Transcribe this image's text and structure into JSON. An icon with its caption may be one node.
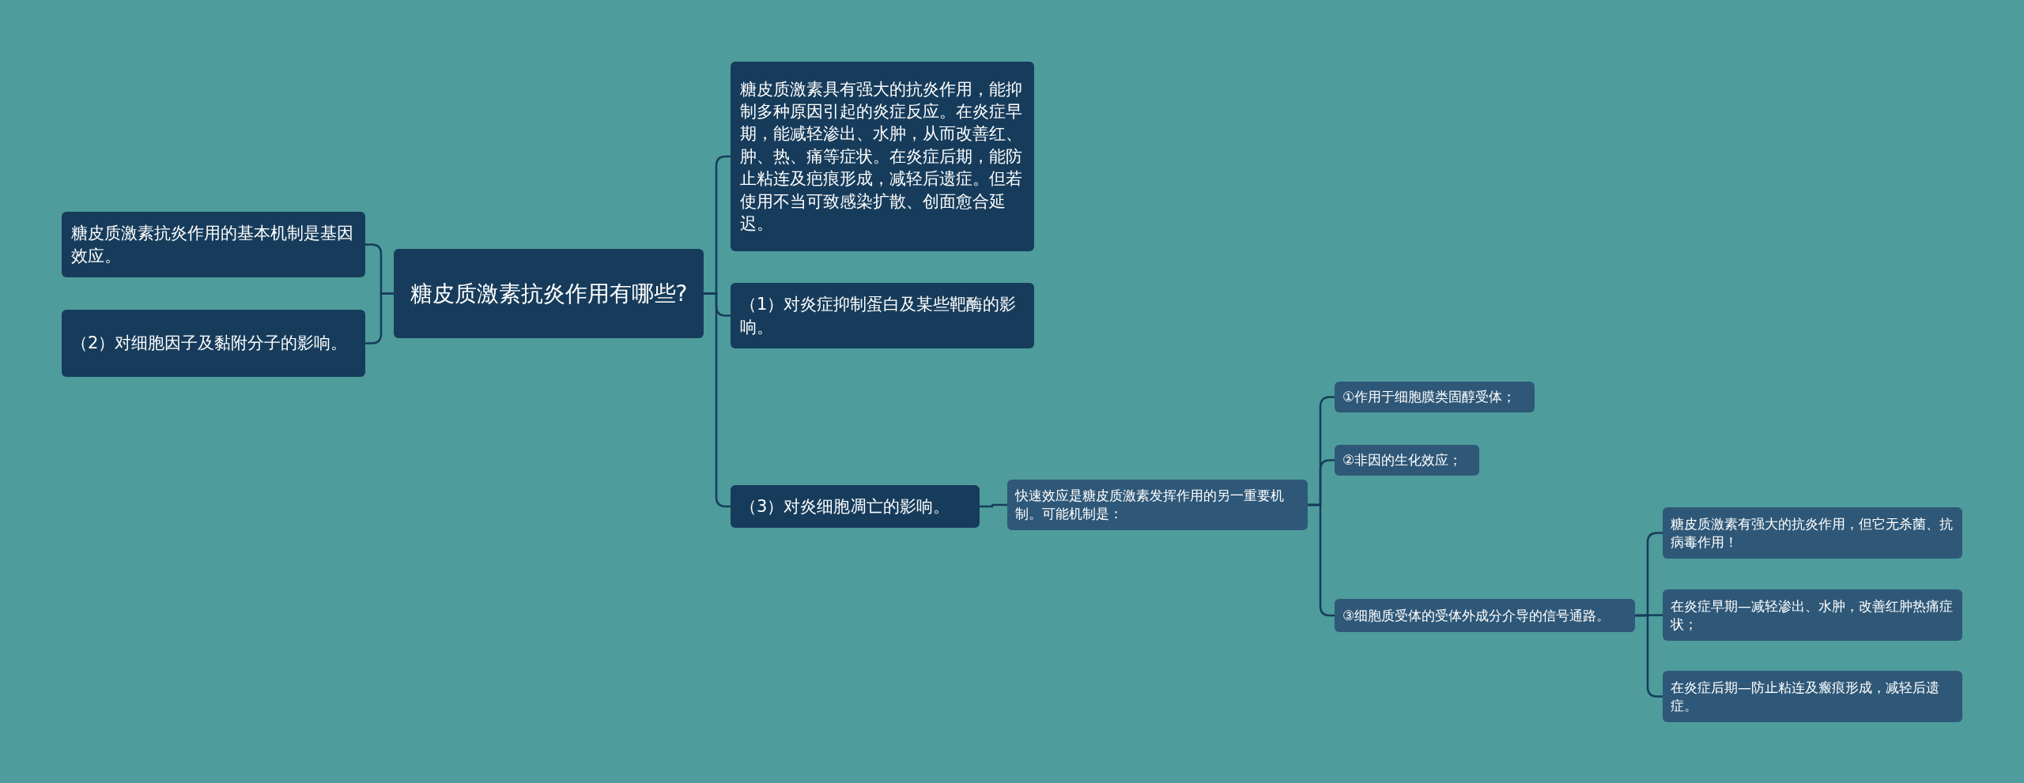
{
  "diagram": {
    "nodes": [
      {
        "text": [
          "糖皮质激素抗炎作用有哪些?"
        ]
      },
      {
        "text": [
          "糖皮质激素抗炎作用的基本机制是基因效应。"
        ]
      },
      {
        "text": [
          "（2）对细胞因子及黏附分子的影响。"
        ]
      },
      {
        "text": [
          "糖皮质激素具有强大的抗炎作用，能抑制多种原因引起的炎症反应。在炎症早期，能减轻渗出、水肿，从而改善红、肿、热、痛等症状。在炎症后期，能防止粘连及疤痕形成，减轻后遗症。但若使用不当可致感染扩散、创面愈合延迟。"
        ]
      },
      {
        "text": [
          "（1）对炎症抑制蛋白及某些靶酶的影响。"
        ]
      },
      {
        "text": [
          "（3）对炎细胞凋亡的影响。"
        ]
      },
      {
        "text": [
          "快速效应是糖皮质激素发挥作用的另一重要机制。可能机制是："
        ]
      },
      {
        "text": [
          "①作用于细胞膜类固醇受体；"
        ]
      },
      {
        "text": [
          "②非因的生化效应；"
        ]
      },
      {
        "text": [
          "③细胞质受体的受体外成分介导的信号通路。"
        ]
      },
      {
        "text": [
          "糖皮质激素有强大的抗炎作用，但它无杀菌、抗病毒作用！"
        ]
      },
      {
        "text": [
          "在炎症早期—减轻渗出、水肿，改善红肿热痛症状；"
        ]
      },
      {
        "text": [
          "在炎症后期—防止粘连及瘢痕形成，减轻后遗症。"
        ]
      }
    ],
    "edges": [
      {
        "from": 0,
        "to": 1,
        "arrow": "none"
      },
      {
        "from": 0,
        "to": 2,
        "arrow": "none"
      },
      {
        "from": 0,
        "to": 3,
        "arrow": "none"
      },
      {
        "from": 0,
        "to": 4,
        "arrow": "none"
      },
      {
        "from": 0,
        "to": 5,
        "arrow": "none"
      },
      {
        "from": 5,
        "to": 6,
        "arrow": "none"
      },
      {
        "from": 6,
        "to": 7,
        "arrow": "none"
      },
      {
        "from": 6,
        "to": 8,
        "arrow": "none"
      },
      {
        "from": 6,
        "to": 9,
        "arrow": "none"
      },
      {
        "from": 9,
        "to": 10,
        "arrow": "none"
      },
      {
        "from": 9,
        "to": 11,
        "arrow": "none"
      },
      {
        "from": 9,
        "to": 12,
        "arrow": "none"
      }
    ]
  }
}
